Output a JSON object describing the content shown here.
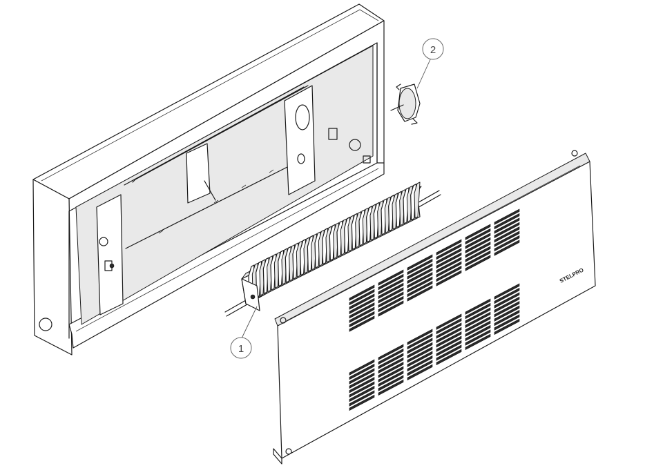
{
  "callouts": [
    {
      "id": "callout-1",
      "label": "1"
    },
    {
      "id": "callout-2",
      "label": "2"
    }
  ],
  "front_panel": {
    "brand_text": "STELPRO"
  },
  "colors": {
    "line": "#1a1a1a",
    "shade": "#e9e9e9",
    "background": "#ffffff"
  }
}
